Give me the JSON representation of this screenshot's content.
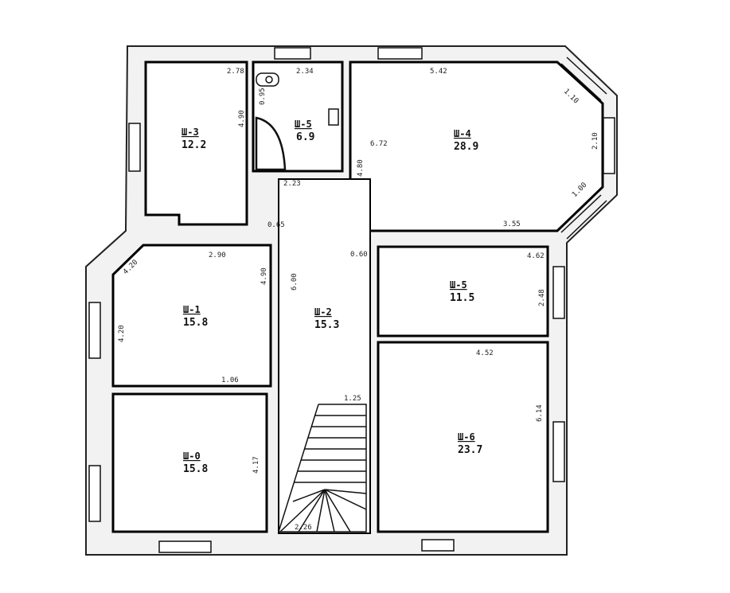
{
  "rooms": [
    {
      "code": "Ш-3",
      "area": "12.2"
    },
    {
      "code": "Ш-5",
      "area": "6.9"
    },
    {
      "code": "Ш-4",
      "area": "28.9"
    },
    {
      "code": "Ш-1",
      "area": "15.8"
    },
    {
      "code": "Ш-2",
      "area": "15.3"
    },
    {
      "code": "Ш-5",
      "area": "11.5"
    },
    {
      "code": "Ш-6",
      "area": "23.7"
    },
    {
      "code": "Ш-0",
      "area": "15.8"
    }
  ],
  "dimensions": [
    "2.78",
    "2.34",
    "0.95",
    "4.90",
    "2.23",
    "5.42",
    "6.72",
    "4.80",
    "1.10",
    "2.10",
    "1.00",
    "3.55",
    "2.90",
    "4.90",
    "4.20",
    "4.20",
    "6.00",
    "4.62",
    "2.48",
    "4.52",
    "6.14",
    "4.17",
    "2.26",
    "1.25",
    "1.06",
    "0.65",
    "0.60"
  ]
}
